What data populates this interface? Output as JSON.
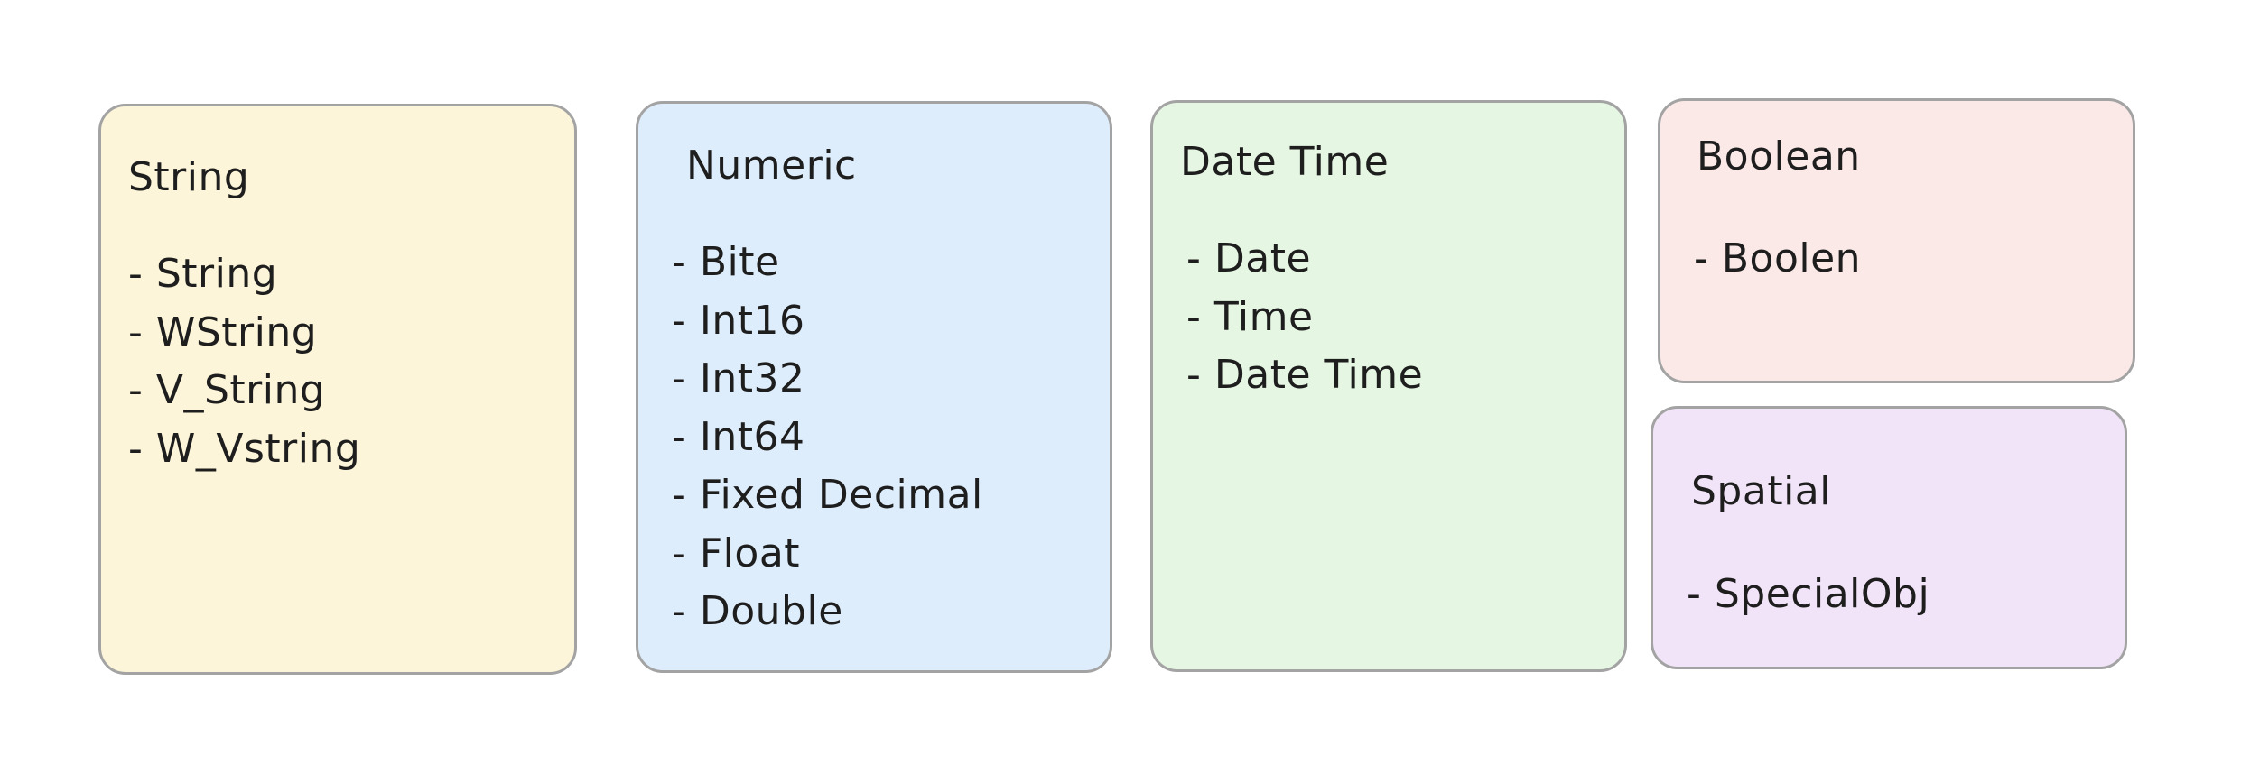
{
  "cards": [
    {
      "title": "String",
      "color": "#fcf5d9",
      "items": [
        "- String",
        "- WString",
        "- V_String",
        "- W_Vstring"
      ]
    },
    {
      "title": "Numeric",
      "color": "#deedfb",
      "items": [
        "- Bite",
        "- Int16",
        "- Int32",
        "- Int64",
        "- Fixed Decimal",
        "- Float",
        "- Double"
      ]
    },
    {
      "title": "Date Time",
      "color": "#e5f7e3",
      "items": [
        "- Date",
        "- Time",
        "- Date Time"
      ]
    },
    {
      "title": "Boolean",
      "color": "#fbe9e8",
      "items": [
        "- Boolen"
      ]
    },
    {
      "title": "Spatial",
      "color": "#f2e4f8",
      "items": [
        "- SpecialObj"
      ]
    }
  ]
}
